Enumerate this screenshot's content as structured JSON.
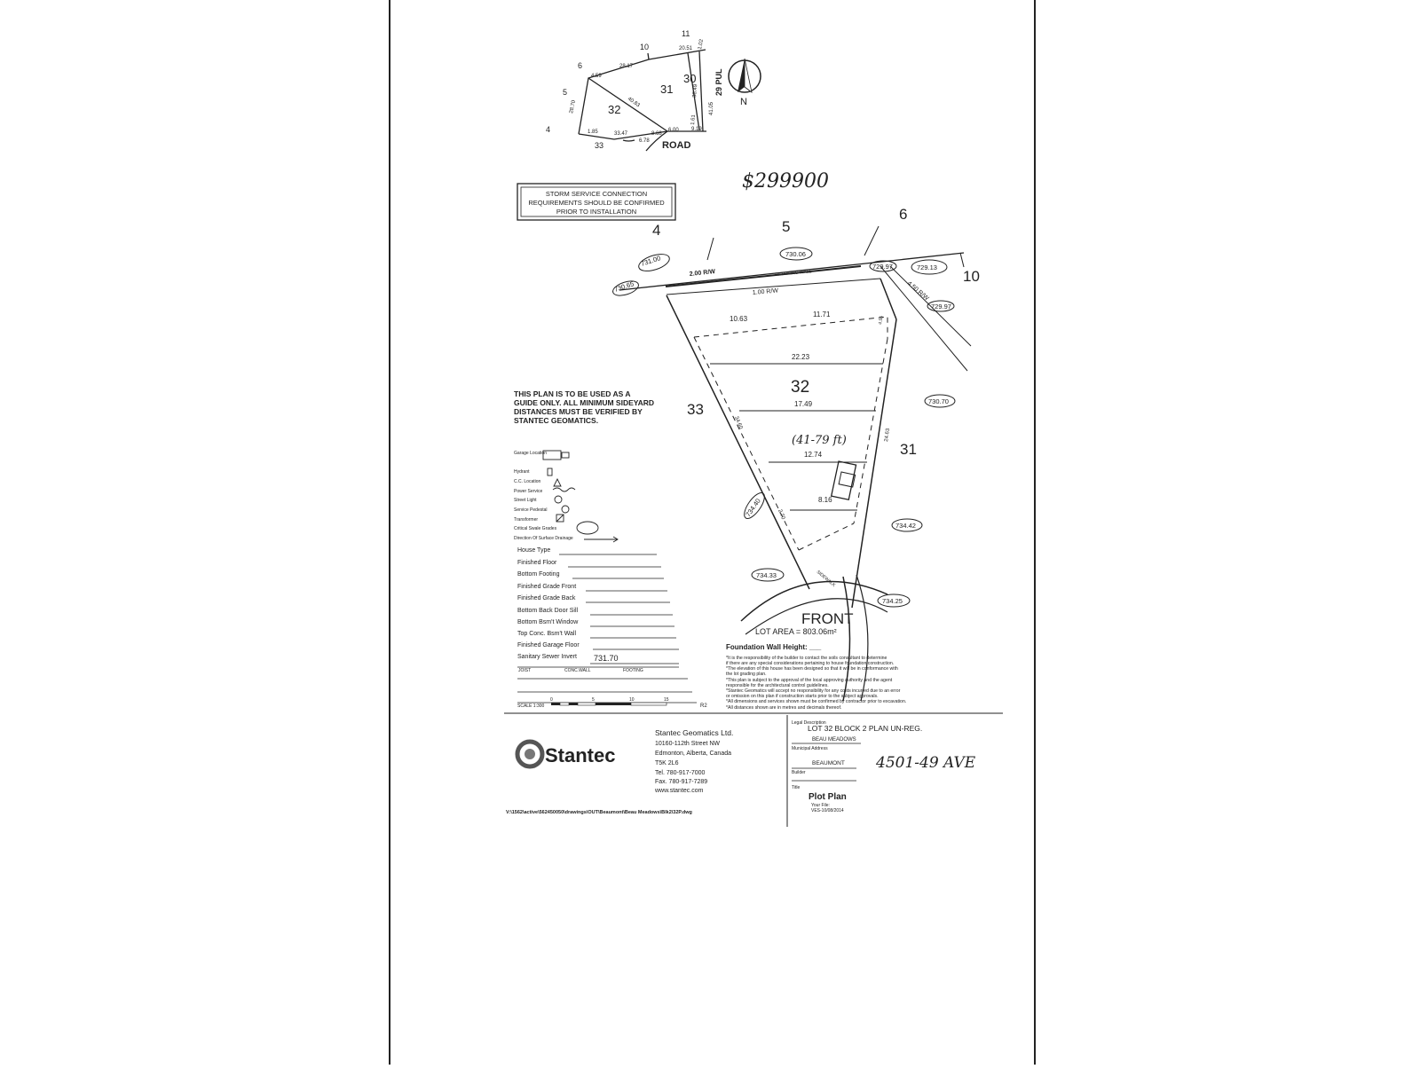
{
  "key_map": {
    "lot_labels": [
      "10",
      "11",
      "6",
      "5",
      "4",
      "33",
      "32",
      "31",
      "30",
      "29 PUL"
    ],
    "road_label": "ROAD",
    "north_label": "N",
    "dims": [
      "4.59",
      "28.17",
      "20.51",
      "1.02",
      "41.05",
      "38.49",
      "40.83",
      "28.70",
      "1.85",
      "33.47",
      "6.78",
      "8.68",
      "6.00",
      "9.19",
      "1.61"
    ]
  },
  "price": "$299900",
  "storm_notice": [
    "STORM SERVICE CONNECTION",
    "REQUIREMENTS SHOULD BE CONFIRMED",
    "PRIOR TO INSTALLATION"
  ],
  "site_plan": {
    "neighbor_lots": [
      "4",
      "5",
      "6",
      "10",
      "33",
      "31"
    ],
    "lot_number": "32",
    "front_label": "FRONT",
    "lot_area": "LOT AREA = 803.06m²",
    "elevations": [
      "731.00",
      "730.65",
      "730.06",
      "729.97",
      "729.13",
      "729.97",
      "730.70",
      "734.40",
      "734.42",
      "734.33",
      "734.25"
    ],
    "row_labels": [
      "2.00 R/W",
      "1.00 R/W",
      "4.50 R/W",
      "RETAINING WALL"
    ],
    "dimensions": [
      "10.63",
      "11.71",
      "22.23",
      "17.49",
      "12.74",
      "8.16",
      "4.55",
      "24.63",
      "34.60",
      "2.70"
    ],
    "handwritten_width": "(41-79 ft)",
    "sidewalk": "SIDEWALK"
  },
  "guide_note": [
    "THIS PLAN IS TO BE USED AS A",
    "GUIDE ONLY. ALL MINIMUM SIDEYARD",
    "DISTANCES MUST BE VERIFIED BY",
    "STANTEC GEOMATICS."
  ],
  "legend": [
    "Garage Location",
    "Hydrant",
    "C.C. Location",
    "Power Service",
    "Street Light",
    "Service Pedestal",
    "Transformer",
    "Critical Swale Grades",
    "Direction Of Surface Drainage"
  ],
  "form_fields": [
    {
      "label": "House Type",
      "value": ""
    },
    {
      "label": "Finished Floor",
      "value": ""
    },
    {
      "label": "Bottom Footing",
      "value": ""
    },
    {
      "label": "Finished Grade Front",
      "value": ""
    },
    {
      "label": "Finished Grade Back",
      "value": ""
    },
    {
      "label": "Bottom Back Door Sill",
      "value": ""
    },
    {
      "label": "Bottom Bsm't Window",
      "value": ""
    },
    {
      "label": "Top Conc. Bsm't Wall",
      "value": ""
    },
    {
      "label": "Finished Garage Floor",
      "value": ""
    },
    {
      "label": "Sanitary Sewer Invert",
      "value": "731.70"
    }
  ],
  "joist_row": [
    "JOIST",
    "CONC.WALL",
    "FOOTING"
  ],
  "scale": {
    "label": "SCALE 1:300",
    "ticks": [
      "0",
      "5",
      "10",
      "15"
    ],
    "rev": "R2"
  },
  "foundation_wall": "Foundation Wall Height: ___",
  "notes": [
    "*It is the responsibility of the builder to contact the soils consultant to determine",
    "if there are any special considerations pertaining to house foundation construction.",
    "*The elevation of this house has been designed so that it will be in conformance with",
    "the lot grading plan.",
    "*This plan is subject to the approval of the local approving authority and the agent",
    "responsible for the architectural control guidelines.",
    "*Stantec Geomatics will accept no responsibility for any costs incurred due to an error",
    "or omission on this plan if construction starts prior to the subject approvals.",
    "*All dimensions and services shown must be confirmed by contractor prior to excavation.",
    "*All distances shown are in metres and decimals thereof."
  ],
  "company": {
    "logo": "Stantec",
    "name": "Stantec Geomatics Ltd.",
    "address": [
      "10160-112th Street NW",
      "Edmonton, Alberta, Canada",
      "T5K 2L6"
    ],
    "tel": "Tel. 780-917-7000",
    "fax": "Fax. 780-917-7289",
    "web": "www.stantec.com"
  },
  "title_block": {
    "legal_label": "Legal Description",
    "legal": "LOT 32 BLOCK 2 PLAN UN-REG.",
    "subdivision": "BEAU MEADOWS",
    "municipal_label": "Municipal Address",
    "municipality": "BEAUMONT",
    "builder_label": "Builder",
    "title_label": "Title",
    "title": "Plot Plan",
    "file_label": "Your File:",
    "file": "VES-10/08/2014",
    "handwritten_address": "4501-49 AVE"
  },
  "path": "V:\\1562\\active\\562450050\\drawings\\OUT\\Beaumont\\Beau Meadows\\Blk2\\32P.dwg"
}
